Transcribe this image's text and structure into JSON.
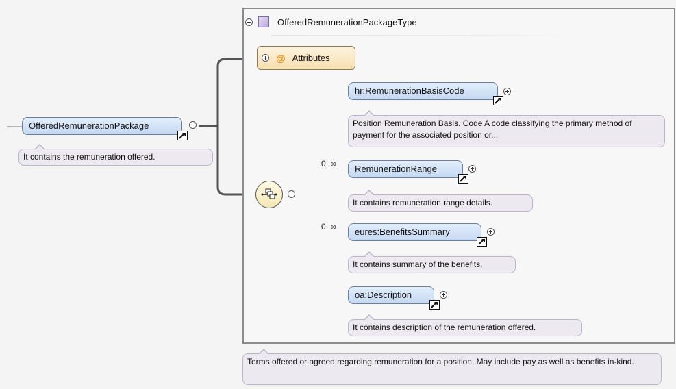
{
  "root": {
    "name": "OfferedRemunerationPackage",
    "note": "It contains the remuneration offered."
  },
  "type": {
    "name": "OfferedRemunerationPackageType",
    "note": "Terms offered or agreed regarding remuneration for a position. May include pay as well as benefits in-kind."
  },
  "attributes": {
    "at_symbol": "@",
    "label": "Attributes"
  },
  "children": [
    {
      "name": "hr:RemunerationBasisCode",
      "occurrence": "",
      "note": "Position Remuneration Basis. Code A code classifying the primary method of payment for the associated position or..."
    },
    {
      "name": "RemunerationRange",
      "occurrence": "0..∞",
      "note": "It contains remuneration range details."
    },
    {
      "name": "eures:BenefitsSummary",
      "occurrence": "0..∞",
      "note": "It contains summary of the benefits."
    },
    {
      "name": "oa:Description",
      "occurrence": "",
      "note": "It contains description of the remuneration offered."
    }
  ],
  "icons": {
    "expand": "plus-circle-icon",
    "collapse": "minus-circle-icon",
    "reference": "reference-arrow-icon",
    "sequence": "sequence-compositor-icon",
    "complex_type": "complex-type-icon"
  },
  "colors": {
    "element_fill": "#cfe0f6",
    "element_border": "#6b7f99",
    "attributes_fill": "#f9e6bf",
    "note_fill": "#ece9f1",
    "type_border": "#8a8a8a",
    "at_sign": "#e08a00"
  }
}
